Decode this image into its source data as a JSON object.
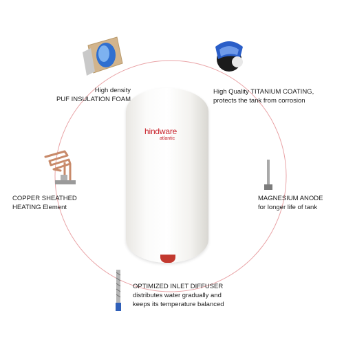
{
  "brand": {
    "name": "hindware",
    "sub": "atlantic",
    "color": "#c8232c"
  },
  "features": {
    "insulation": {
      "line1": "High density",
      "line2": "PUF INSULATION FOAM",
      "icon": "insulation-foam-icon"
    },
    "coating": {
      "line1": "High Quality TITANIUM COATING,",
      "line2": "protects the tank from corrosion",
      "icon": "titanium-tank-icon"
    },
    "heating": {
      "line1": "COPPER SHEATHED",
      "line2": "HEATING Element",
      "icon": "copper-heating-element-icon"
    },
    "anode": {
      "line1": "MAGNESIUM ANODE",
      "line2": "for longer life of tank",
      "icon": "magnesium-anode-icon"
    },
    "diffuser": {
      "line1": "OPTIMIZED INLET DIFFUSER",
      "line2": "distributes water gradually and",
      "line3": "keeps its temperature balanced",
      "icon": "inlet-diffuser-icon"
    }
  },
  "colors": {
    "ring": "#e9a3a6",
    "accent": "#c8232c"
  }
}
